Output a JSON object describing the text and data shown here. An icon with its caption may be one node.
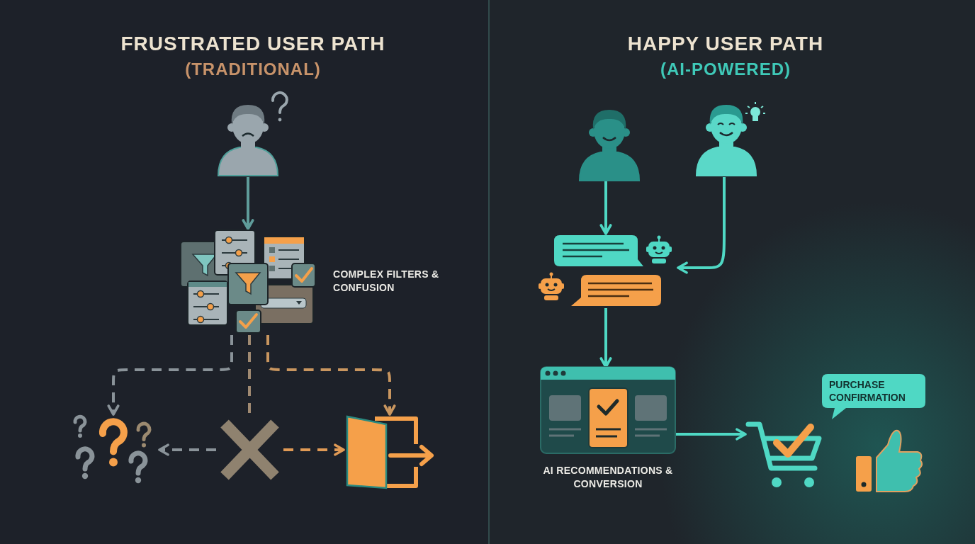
{
  "diagram": {
    "nodes": [
      {
        "text": [],
        "shape": "person"
      },
      {
        "text": [],
        "shape": "picture",
        "beside": [
          "COMPLEX FILTERS & CONFUSION"
        ]
      },
      {
        "text": [],
        "shape": "picture"
      },
      {
        "text": [],
        "shape": "picture"
      },
      {
        "text": [],
        "shape": "picture"
      },
      {
        "text": [],
        "shape": "person"
      },
      {
        "text": [],
        "shape": "person"
      },
      {
        "text": [],
        "shape": "picture"
      },
      {
        "text": [],
        "shape": "picture",
        "beside": [
          "AI RECOMMENDATIONS & CONVERSION"
        ]
      },
      {
        "text": [],
        "shape": "picture"
      },
      {
        "text": [
          "PURCHASE CONFIRMATION"
        ]
      }
    ],
    "edges": [
      {
        "from": 0,
        "to": 1,
        "arrow": "to",
        "color": "#5f9c9a"
      },
      {
        "from": 1,
        "to": 2,
        "arrow": "to",
        "style": "dashed",
        "color": "#8a9399"
      },
      {
        "from": 1,
        "to": 3,
        "arrow": "none",
        "style": "dashed",
        "color": "#a08a72"
      },
      {
        "from": 1,
        "to": 4,
        "arrow": "to",
        "style": "dashed",
        "color": "#c9965f"
      },
      {
        "from": 3,
        "to": 2,
        "arrow": "to",
        "style": "dashed",
        "color": "#8a9399"
      },
      {
        "from": 3,
        "to": 4,
        "arrow": "to",
        "style": "dashed",
        "color": "#e09a55"
      },
      {
        "from": 5,
        "to": 7,
        "arrow": "to"
      },
      {
        "from": 6,
        "to": 7,
        "arrow": "to"
      },
      {
        "from": 7,
        "to": 8,
        "arrow": "to"
      },
      {
        "from": 8,
        "to": 9,
        "arrow": "to"
      }
    ],
    "labels": [
      "FRUSTRATED USER PATH",
      "(TRADITIONAL)",
      "HAPPY USER PATH",
      "(AI-POWERED)"
    ]
  }
}
